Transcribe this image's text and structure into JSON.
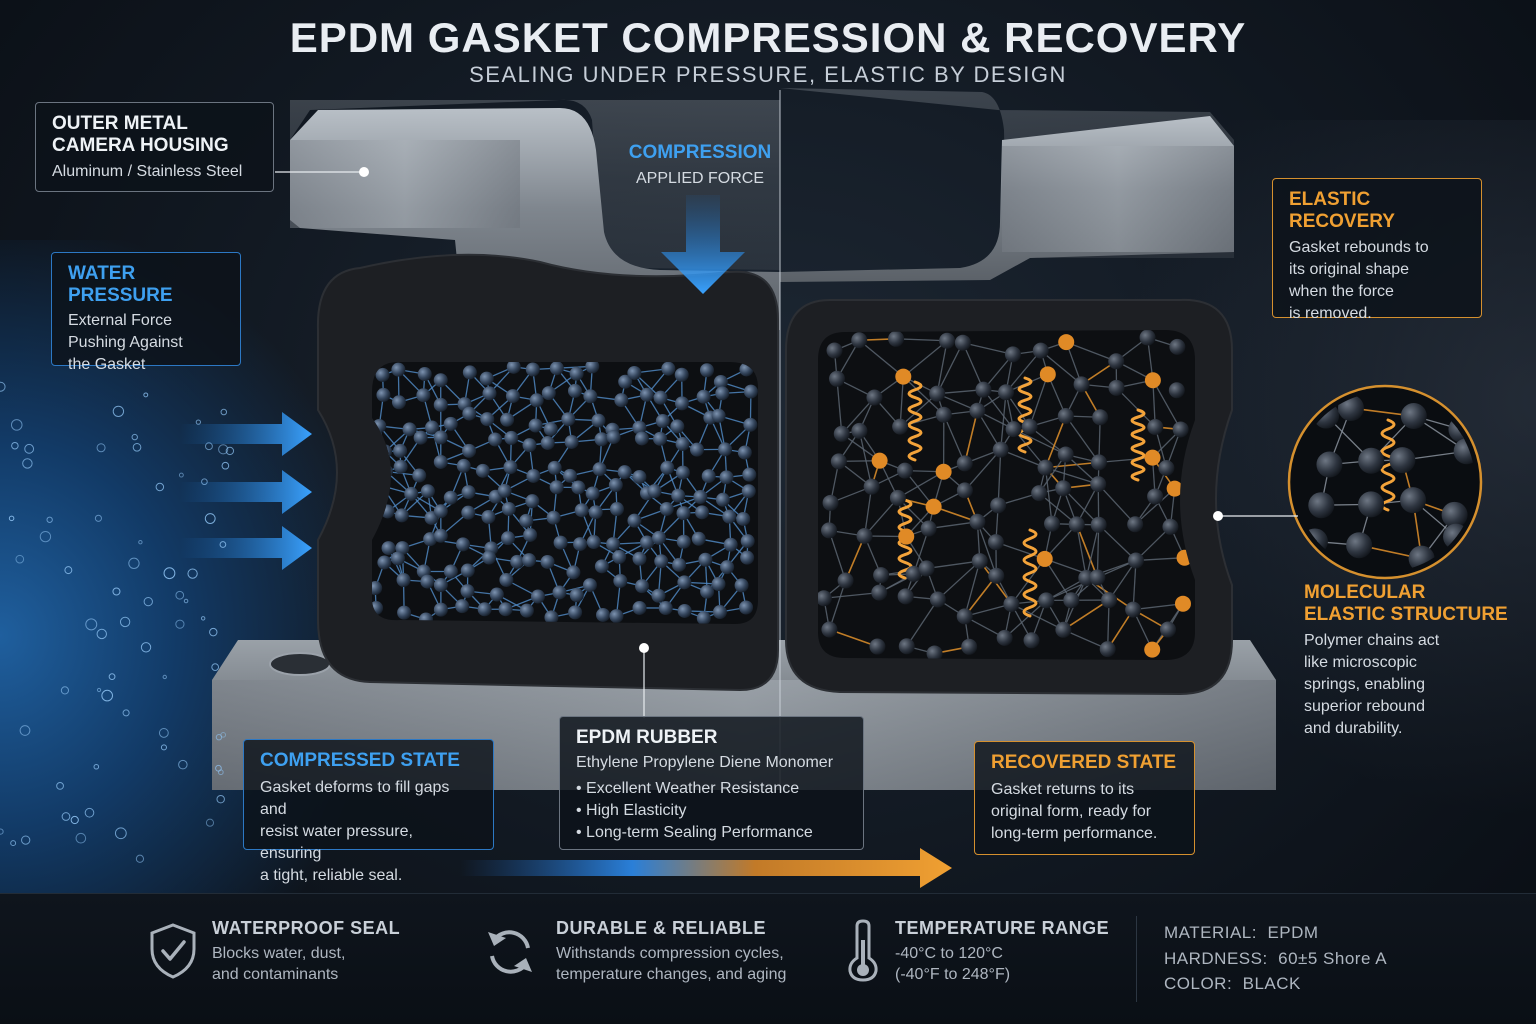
{
  "title": "EPDM GASKET COMPRESSION & RECOVERY",
  "subtitle": "SEALING UNDER PRESSURE, ELASTIC BY DESIGN",
  "colors": {
    "blue": "#3ea0f0",
    "orange": "#f0a032",
    "steel": "#8d949c",
    "rubber": "#1c1e22"
  },
  "housing": {
    "title_line1": "OUTER METAL",
    "title_line2": "CAMERA HOUSING",
    "text": "Aluminum / Stainless Steel"
  },
  "compression": {
    "title": "COMPRESSION",
    "text": "APPLIED FORCE"
  },
  "water": {
    "title": "WATER PRESSURE",
    "line1": "External Force",
    "line2": "Pushing Against",
    "line3": "the Gasket"
  },
  "elastic": {
    "title": "ELASTIC RECOVERY",
    "line1": "Gasket rebounds to",
    "line2": "its original shape",
    "line3": "when the force",
    "line4": "is removed."
  },
  "molecular": {
    "title_line1": "MOLECULAR",
    "title_line2": "ELASTIC STRUCTURE",
    "line1": "Polymer chains act",
    "line2": "like microscopic",
    "line3": "springs, enabling",
    "line4": "superior rebound",
    "line5": "and durability."
  },
  "compressed": {
    "title": "COMPRESSED STATE",
    "line1": "Gasket deforms to fill gaps and",
    "line2": "resist water pressure, ensuring",
    "line3": "a tight, reliable seal."
  },
  "epdm": {
    "title": "EPDM RUBBER",
    "subtitle": "Ethylene Propylene Diene Monomer",
    "bullets": [
      "Excellent Weather Resistance",
      "High Elasticity",
      "Long-term Sealing Performance"
    ]
  },
  "recovered": {
    "title": "RECOVERED STATE",
    "line1": "Gasket returns to its",
    "line2": "original form, ready for",
    "line3": "long-term performance."
  },
  "footer": {
    "features": [
      {
        "icon": "shield-check-icon",
        "title": "WATERPROOF SEAL",
        "line1": "Blocks water, dust,",
        "line2": "and contaminants"
      },
      {
        "icon": "refresh-cycle-icon",
        "title": "DURABLE & RELIABLE",
        "line1": "Withstands compression cycles,",
        "line2": "temperature changes, and aging"
      },
      {
        "icon": "thermometer-icon",
        "title": "TEMPERATURE RANGE",
        "line1": "-40°C to 120°C",
        "line2": "(-40°F to 248°F)"
      }
    ],
    "specs": {
      "material_label": "MATERIAL:",
      "material_value": "EPDM",
      "hardness_label": "HARDNESS:",
      "hardness_value": "60±5 Shore A",
      "color_label": "COLOR:",
      "color_value": "BLACK"
    }
  }
}
